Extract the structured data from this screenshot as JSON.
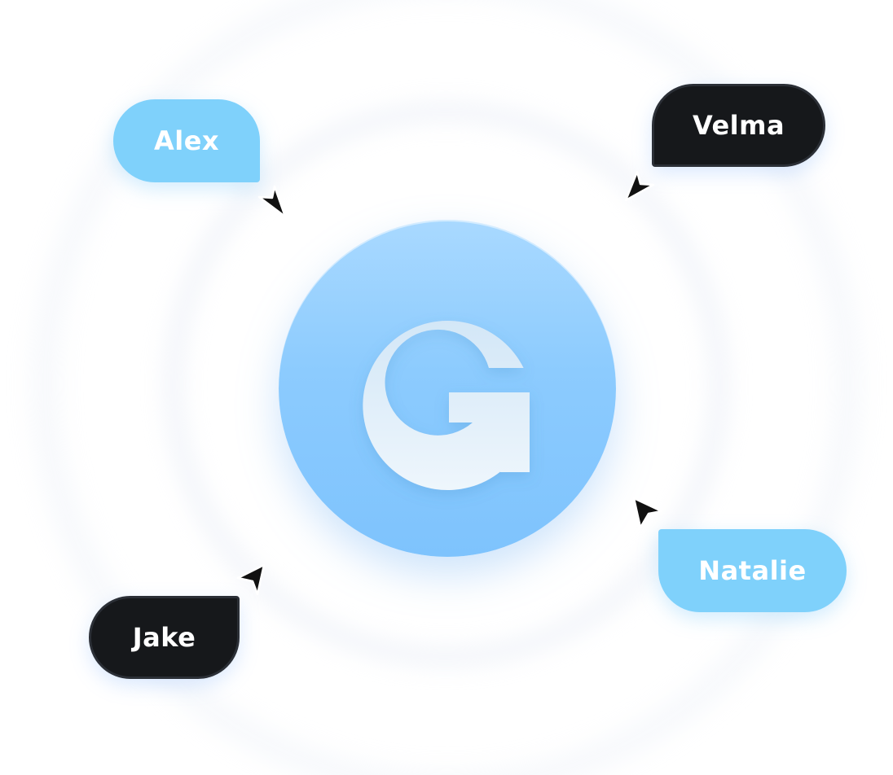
{
  "logo": {
    "letter": "G",
    "circle_color": "#8ccbfe",
    "letter_color": "#eef6fc"
  },
  "users": [
    {
      "name": "Alex",
      "style": "light",
      "cursor": "cursor-arrow-icon"
    },
    {
      "name": "Velma",
      "style": "dark",
      "cursor": "cursor-arrow-icon"
    },
    {
      "name": "Natalie",
      "style": "light",
      "cursor": "cursor-arrow-icon"
    },
    {
      "name": "Jake",
      "style": "dark",
      "cursor": "cursor-arrow-icon"
    }
  ],
  "colors": {
    "light_bubble": "#7fd1fb",
    "dark_bubble": "#16181b",
    "cursor": "#111111"
  }
}
